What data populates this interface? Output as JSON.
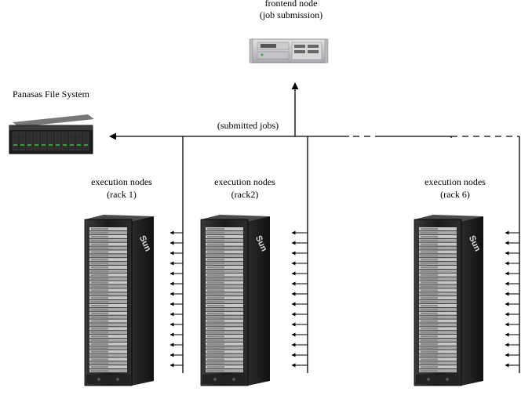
{
  "frontend": {
    "title": "frontend node",
    "subtitle": "(job submission)"
  },
  "storage": {
    "title": "Panasas File System"
  },
  "network": {
    "label": "(submitted jobs)"
  },
  "racks": [
    {
      "title": "execution nodes",
      "subtitle": "(rack 1)",
      "brand": "Sun"
    },
    {
      "title": "execution nodes",
      "subtitle": "(rack2)",
      "brand": "Sun"
    },
    {
      "title": "execution nodes",
      "subtitle": "(rack 6)",
      "brand": "Sun"
    }
  ]
}
